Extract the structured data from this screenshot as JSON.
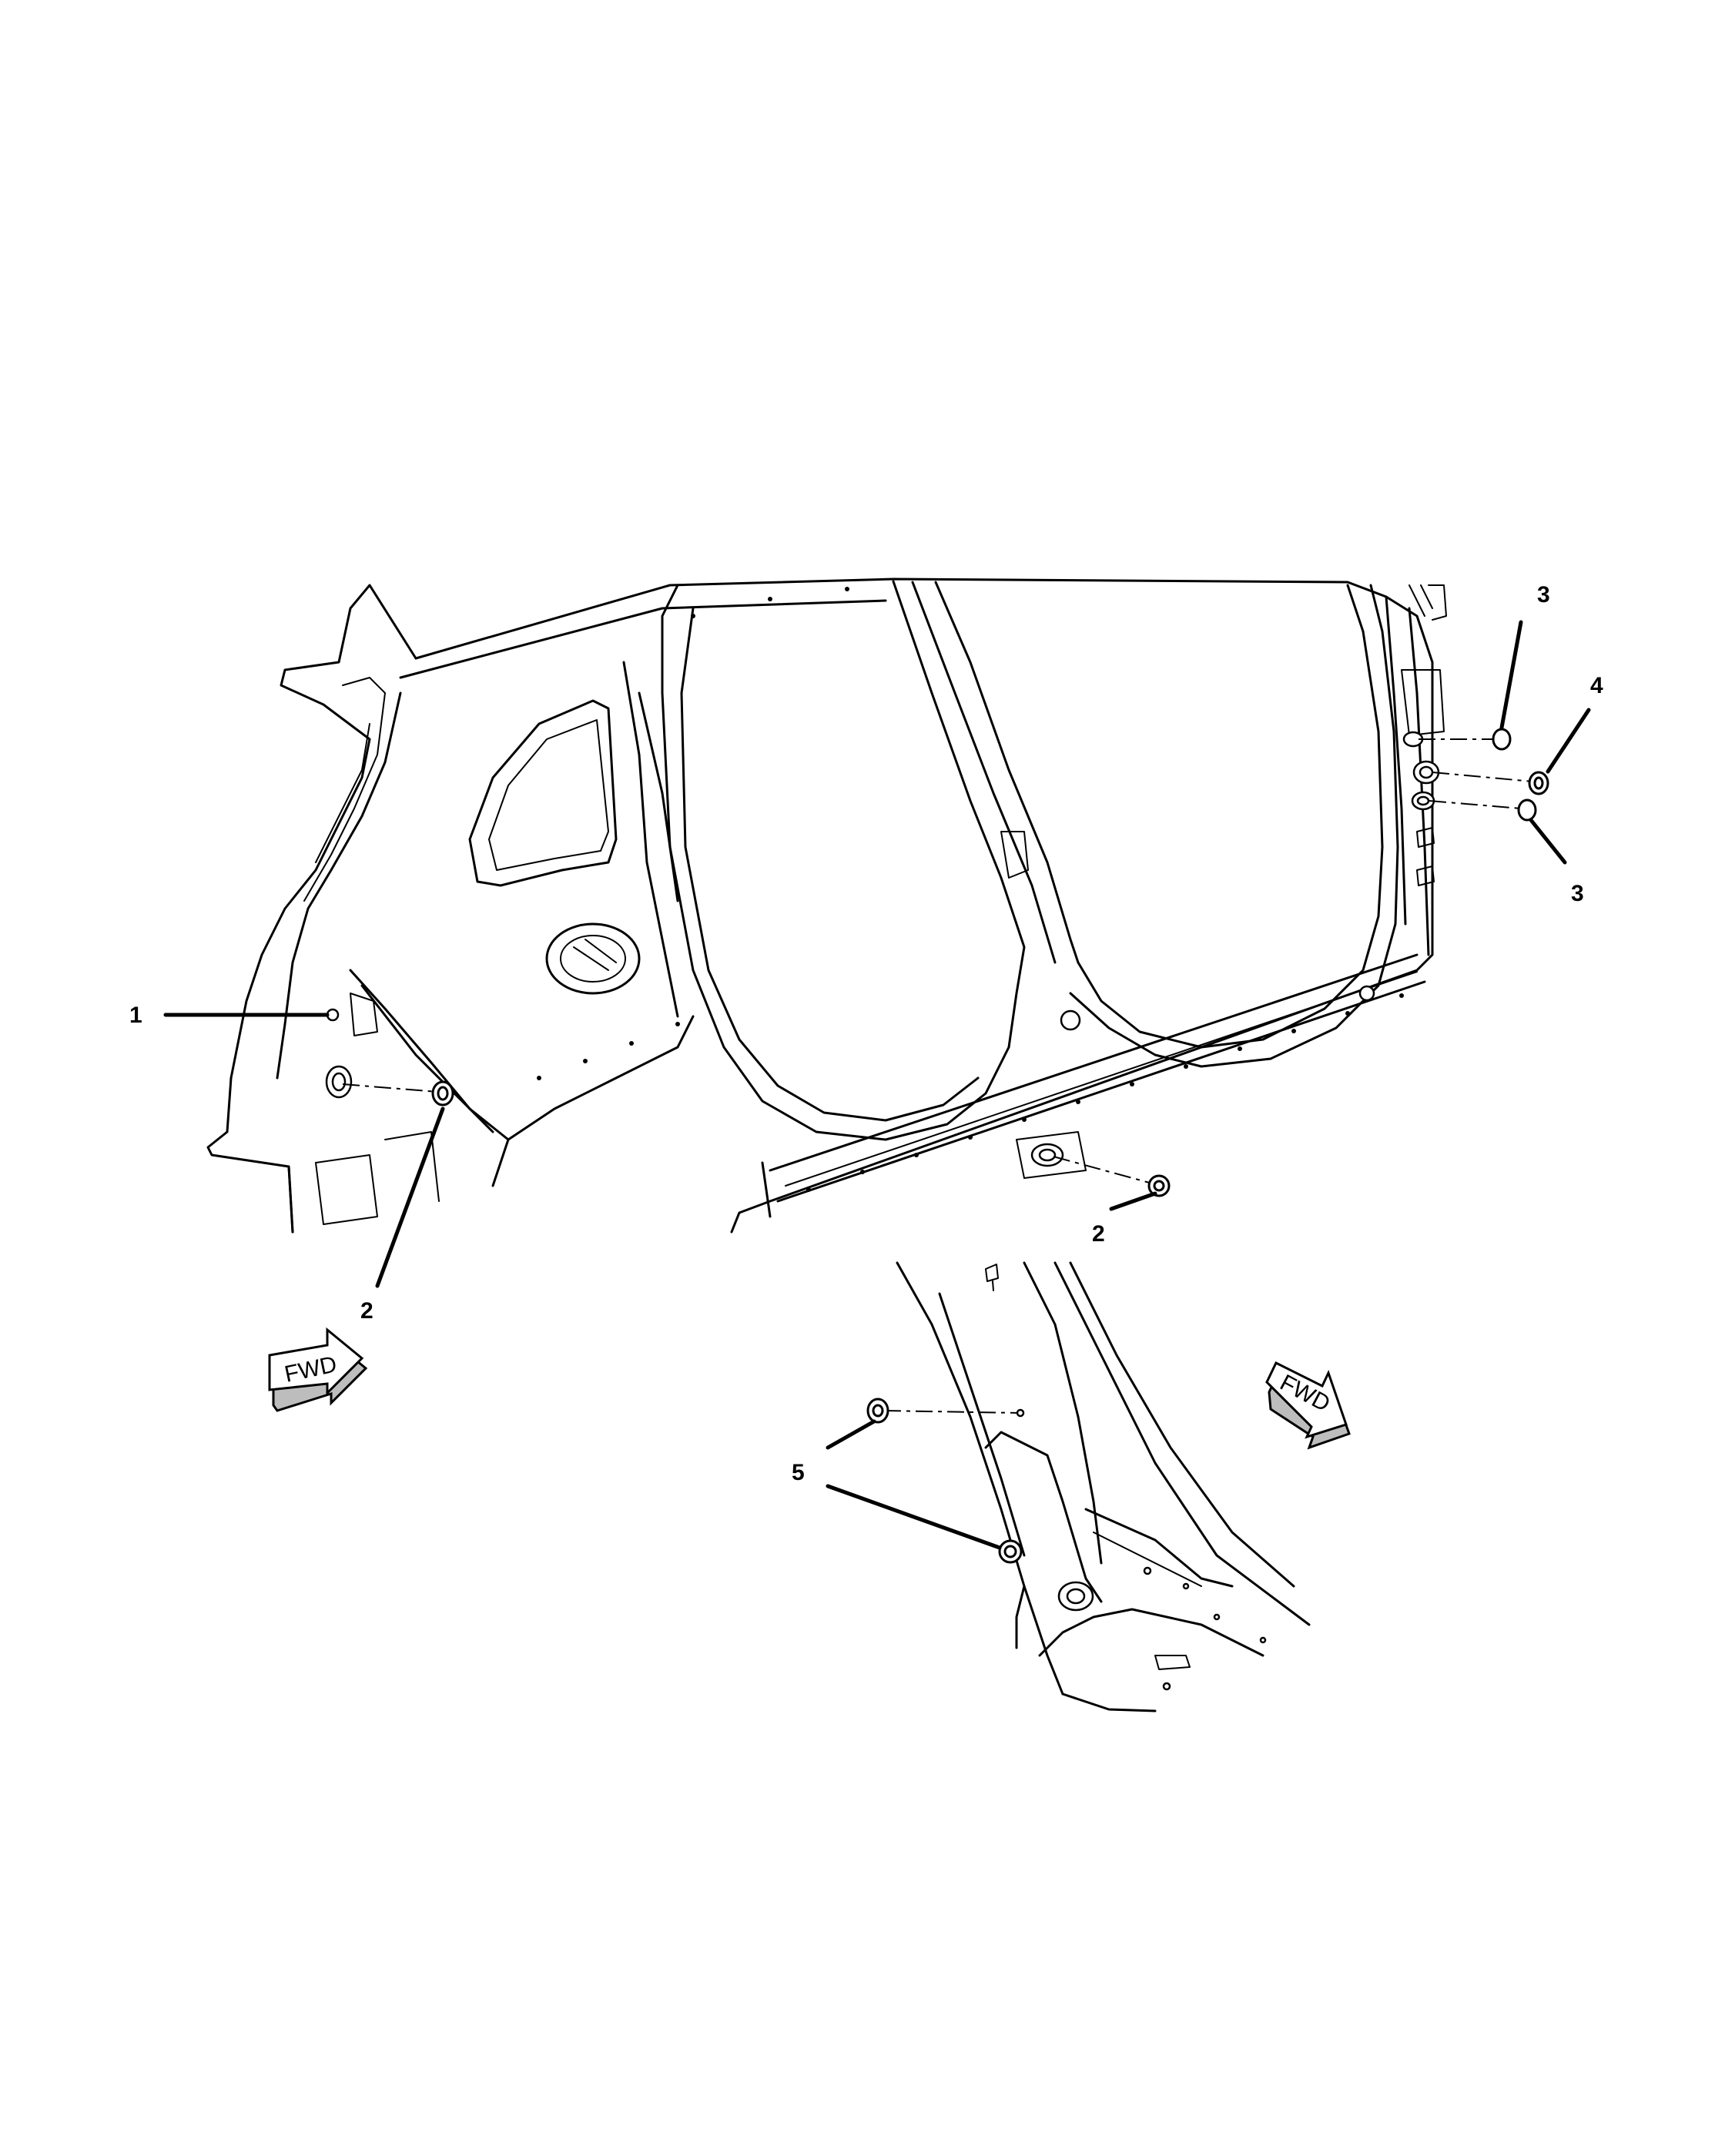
{
  "callouts": [
    {
      "id": "c1",
      "label": "1"
    },
    {
      "id": "c2a",
      "label": "2"
    },
    {
      "id": "c2b",
      "label": "2"
    },
    {
      "id": "c3a",
      "label": "3"
    },
    {
      "id": "c3b",
      "label": "3"
    },
    {
      "id": "c4",
      "label": "4"
    },
    {
      "id": "c5",
      "label": "5"
    }
  ],
  "fwd_arrows": [
    {
      "id": "fwd-left",
      "label": "FWD"
    },
    {
      "id": "fwd-right",
      "label": "FWD"
    }
  ]
}
